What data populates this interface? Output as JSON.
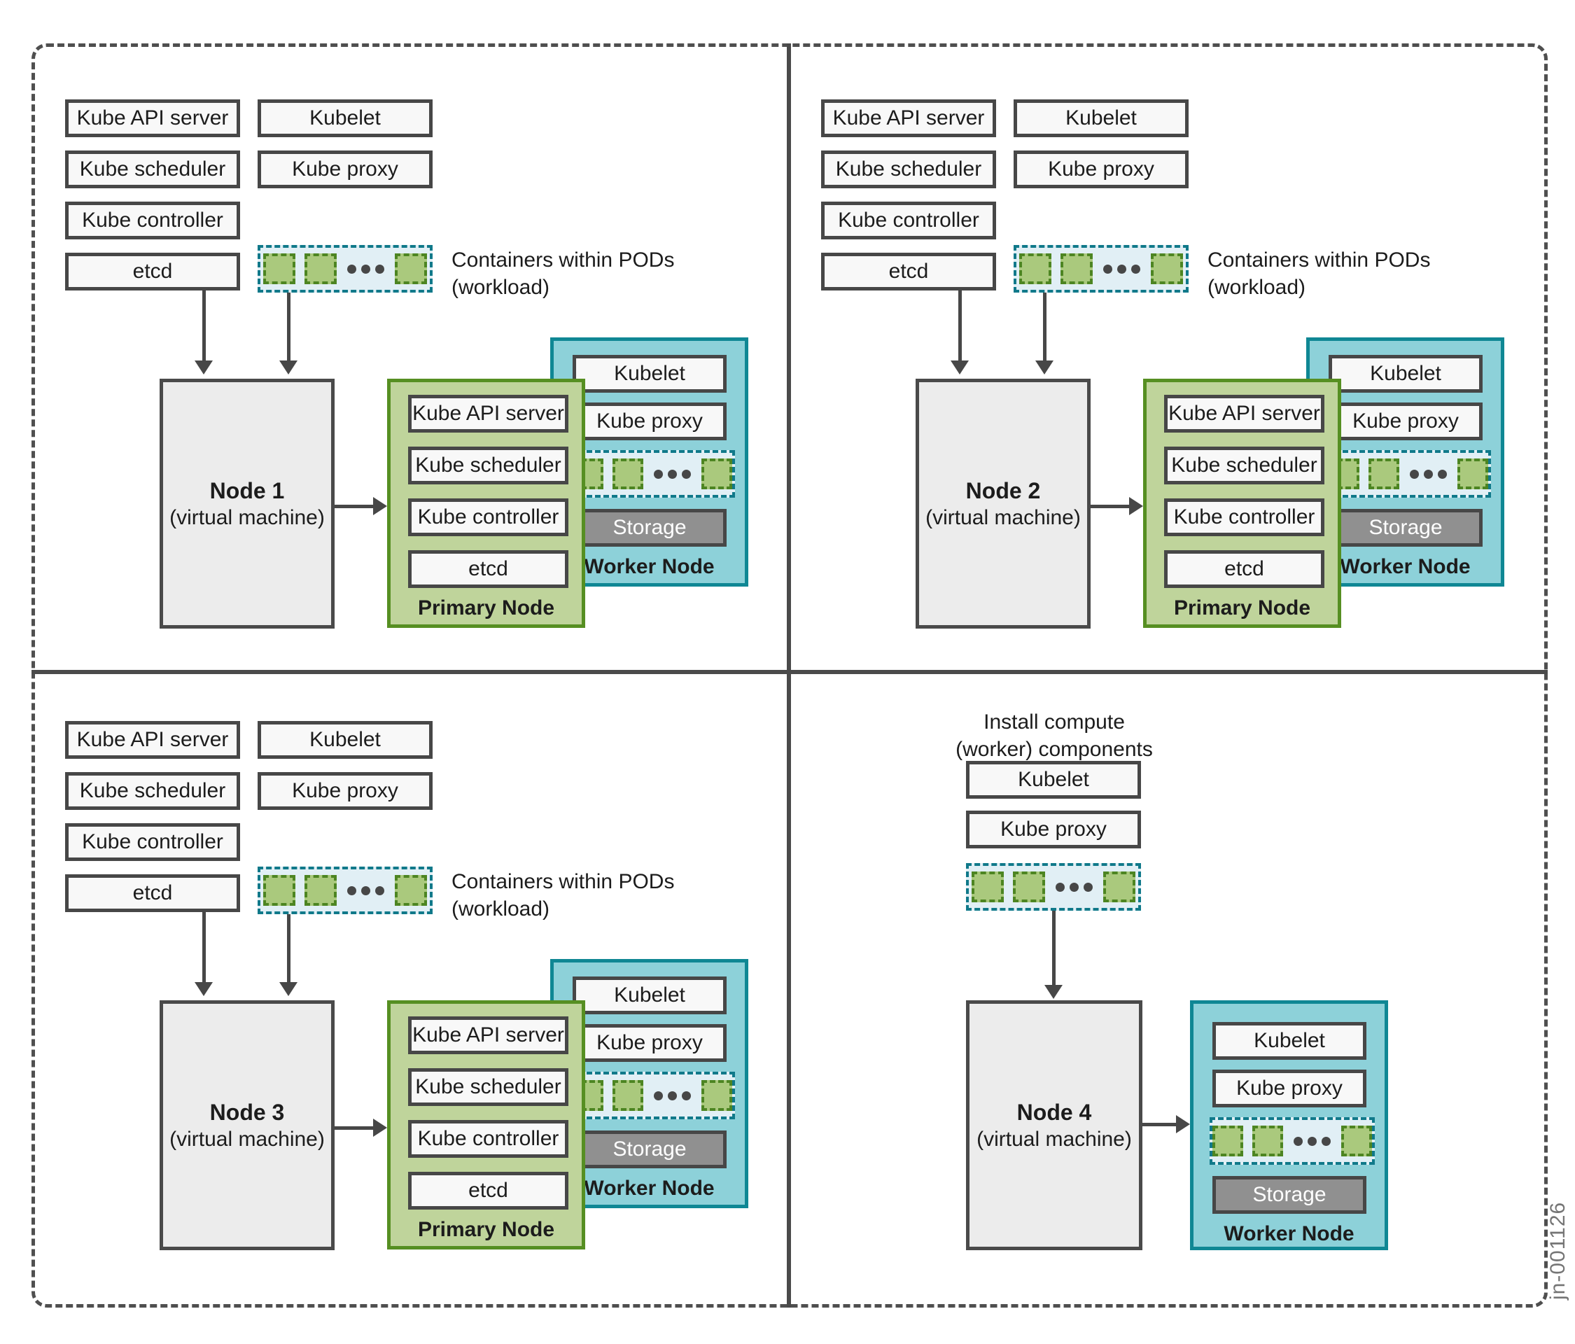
{
  "watermark": "jn-001126",
  "labels": {
    "kube_api_server": "Kube API server",
    "kube_scheduler": "Kube scheduler",
    "kube_controller": "Kube controller",
    "etcd": "etcd",
    "kubelet": "Kubelet",
    "kube_proxy": "Kube proxy",
    "containers_caption": "Containers within PODs (workload)",
    "primary_node": "Primary Node",
    "worker_node": "Worker Node",
    "storage": "Storage",
    "install_heading": "Install compute (worker) components"
  },
  "quadrants": [
    {
      "node_name": "Node 1",
      "node_sub": "(virtual machine)",
      "has_primary": true
    },
    {
      "node_name": "Node 2",
      "node_sub": "(virtual machine)",
      "has_primary": true
    },
    {
      "node_name": "Node 3",
      "node_sub": "(virtual machine)",
      "has_primary": true
    },
    {
      "node_name": "Node 4",
      "node_sub": "(virtual machine)",
      "has_primary": false
    }
  ],
  "colors": {
    "line": "#474747",
    "dashed_frame": "#4f4f4f",
    "component_box_fill": "#f8f8f8",
    "node_fill": "#ececec",
    "primary_fill": "#bfd49b",
    "primary_border": "#568f22",
    "worker_fill": "#8dd1d9",
    "worker_border": "#0f8794",
    "pod_strip_fill": "#e1eff5",
    "pod_strip_border": "#10798a",
    "pod_fill": "#aac97d",
    "pod_border": "#4d8522",
    "storage_fill": "#909090",
    "storage_text": "#ffffff",
    "watermark_text": "#757575"
  }
}
